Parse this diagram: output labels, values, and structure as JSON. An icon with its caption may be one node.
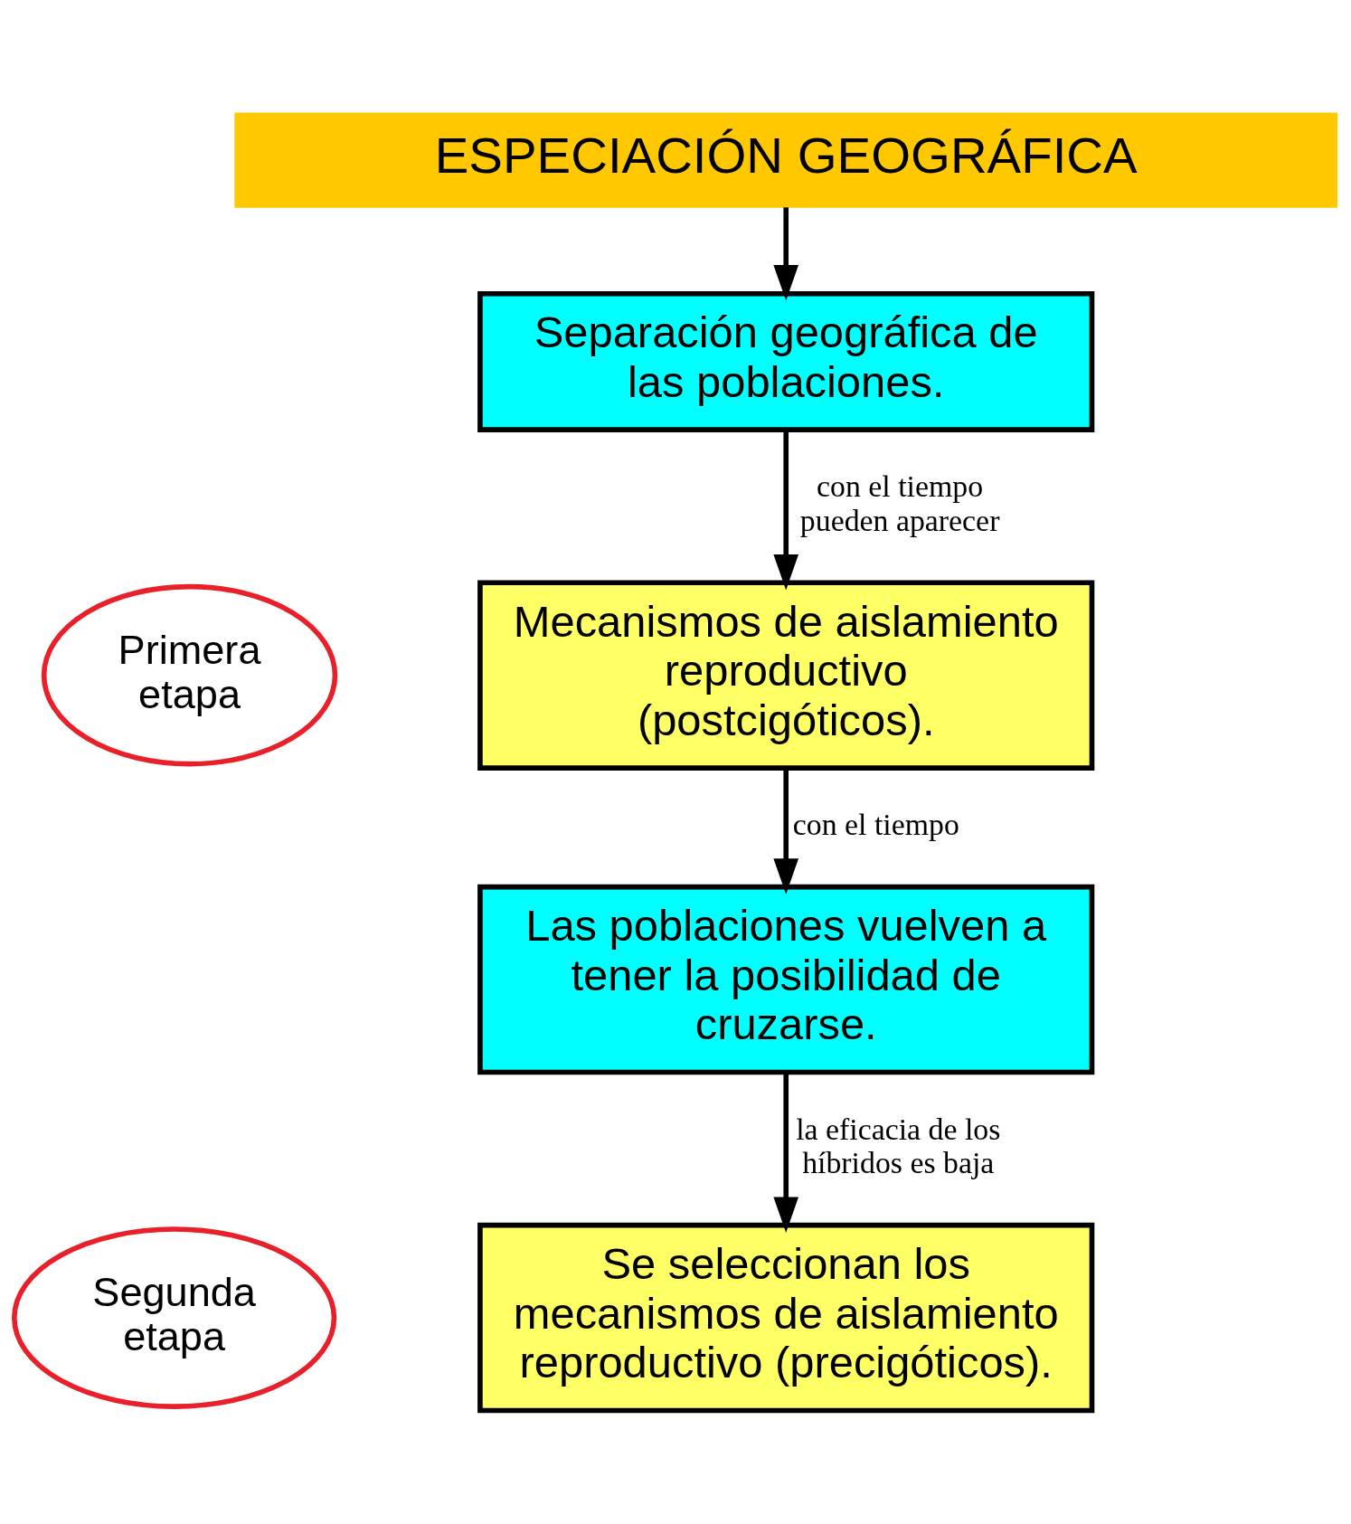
{
  "diagram": {
    "nodes": [
      {
        "text": [
          "ESPECIACIÓN GEOGRÁFICA"
        ]
      },
      {
        "text": [
          "Separación geográfica de las poblaciones."
        ]
      },
      {
        "text": [
          "Primera etapa"
        ]
      },
      {
        "text": [
          "Mecanismos de aislamiento reproductivo (postcigóticos)."
        ]
      },
      {
        "text": [
          "Las poblaciones vuelven a tener la posibilidad de cruzarse."
        ]
      },
      {
        "text": [
          "Segunda etapa"
        ]
      },
      {
        "text": [
          "Se seleccionan los mecanismos de aislamiento reproductivo (precigóticos)."
        ]
      }
    ],
    "edges": [
      {
        "from": 0,
        "to": 1,
        "arrow": "to"
      },
      {
        "from": 1,
        "to": 3,
        "arrow": "to",
        "label": "con el tiempo pueden aparecer"
      },
      {
        "from": 3,
        "to": 4,
        "arrow": "to",
        "label": "con el tiempo"
      },
      {
        "from": 4,
        "to": 6,
        "arrow": "to",
        "label": "la eficacia de los híbridos es baja"
      }
    ]
  }
}
